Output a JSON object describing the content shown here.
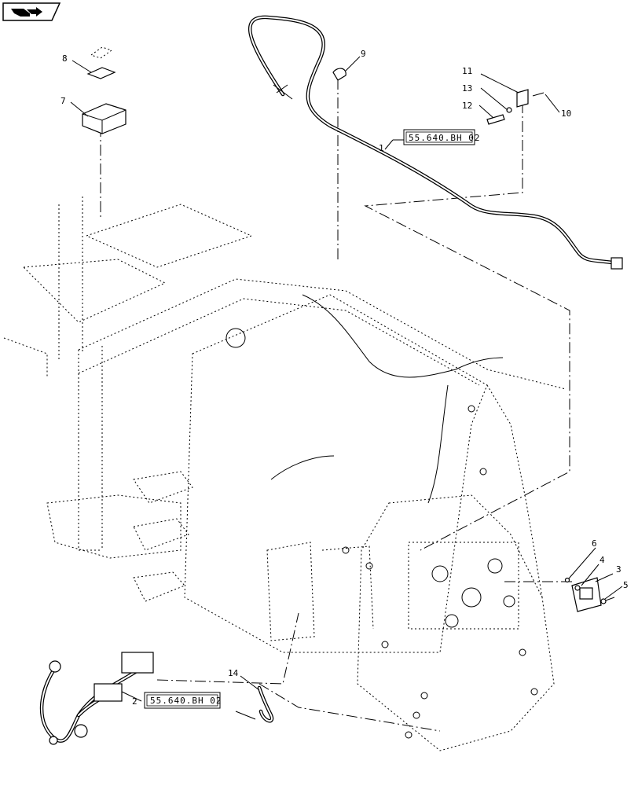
{
  "nav": {
    "icon": "book-arrow-icon"
  },
  "callouts": [
    {
      "id": "c1",
      "text": "1"
    },
    {
      "id": "c2",
      "text": "2"
    },
    {
      "id": "c3",
      "text": "3"
    },
    {
      "id": "c4",
      "text": "4"
    },
    {
      "id": "c5",
      "text": "5"
    },
    {
      "id": "c6",
      "text": "6"
    },
    {
      "id": "c7",
      "text": "7"
    },
    {
      "id": "c8",
      "text": "8"
    },
    {
      "id": "c9",
      "text": "9"
    },
    {
      "id": "c10",
      "text": "10"
    },
    {
      "id": "c11",
      "text": "11"
    },
    {
      "id": "c12",
      "text": "12"
    },
    {
      "id": "c13",
      "text": "13"
    },
    {
      "id": "c14",
      "text": "14"
    }
  ],
  "references": [
    {
      "id": "ref1",
      "text": "55.640.BH 02"
    },
    {
      "id": "ref2",
      "text": "55.640.BH 02"
    }
  ]
}
